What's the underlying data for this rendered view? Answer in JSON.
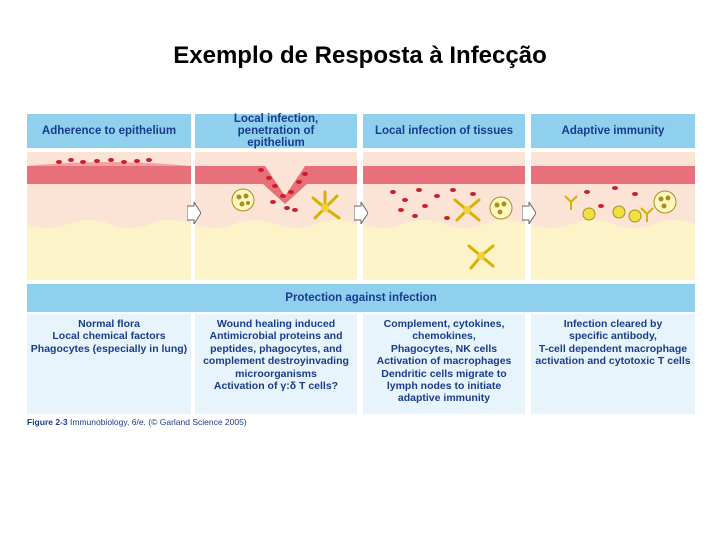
{
  "title": "Exemplo de Resposta à Infecção",
  "panels": [
    {
      "header": "Adherence to epithelium"
    },
    {
      "header": "Local infection, penetration of epithelium"
    },
    {
      "header": "Local infection of tissues"
    },
    {
      "header": "Adaptive immunity"
    }
  ],
  "protection_label": "Protection against infection",
  "info": [
    [
      "Normal flora",
      "Local chemical factors",
      "Phagocytes (especially in lung)"
    ],
    [
      "Wound healing induced",
      "Antimicrobial proteins and",
      "peptides, phagocytes, and",
      "complement destroyinvading",
      "microorganisms",
      "Activation of γ:δ T cells?"
    ],
    [
      "Complement, cytokines,",
      "chemokines,",
      "Phagocytes, NK cells",
      "Activation of macrophages",
      "Dendritic cells migrate to",
      "lymph nodes to initiate",
      "adaptive immunity"
    ],
    [
      "Infection cleared by",
      "specific antibody,",
      "T-cell dependent macrophage",
      "activation and cytotoxic T cells"
    ]
  ],
  "caption": {
    "figure": "Figure 2-3",
    "text": "Immunobiology, 6/e. (© Garland Science 2005)"
  },
  "colors": {
    "header_bg": "#8fd0ee",
    "text_blue": "#1a3c8c",
    "info_bg": "#e8f4fb",
    "epithelium": "#e8707a",
    "tissue": "#fbe3d6",
    "deep_tissue": "#fdf3c8",
    "bacteria": "#c8202c"
  }
}
